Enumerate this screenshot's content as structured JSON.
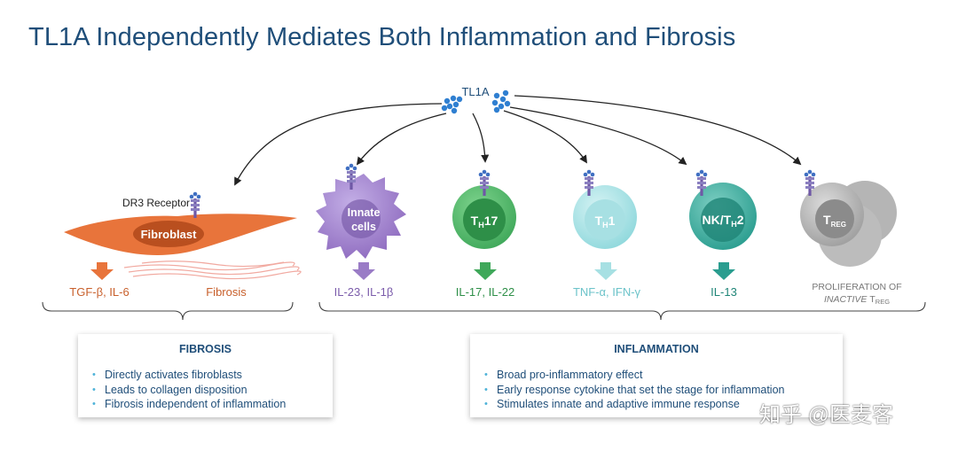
{
  "title": "TL1A Independently Mediates Both Inflammation and Fibrosis",
  "colors": {
    "title": "#1f4e79",
    "fibroblast": "#e8743b",
    "innate": "#8e6bbf",
    "th17": "#3fa85a",
    "th1": "#7fd3d8",
    "nk_th2": "#2a9d8f",
    "treg": "#9e9e9e"
  },
  "diagram": {
    "ligand": "TL1A",
    "receptor_label": "DR3 Receptor",
    "cells": {
      "fibroblast": "Fibroblast",
      "innate_line1": "Innate",
      "innate_line2": "cells",
      "th17": {
        "main": "T",
        "sub": "H",
        "suffix": "17"
      },
      "th1": {
        "main": "T",
        "sub": "H",
        "suffix": "1"
      },
      "nk_th2": {
        "prefix": "NK/T",
        "sub": "H",
        "suffix": "2"
      },
      "treg": {
        "main": "T",
        "sub": "REG"
      }
    },
    "outputs": {
      "fibroblast": "TGF-β, IL-6",
      "fibrosis": "Fibrosis",
      "innate": "IL-23, IL-1β",
      "th17": "IL-17, IL-22",
      "th1": "TNF-α, IFN-γ",
      "nk_th2": "IL-13",
      "treg_line1": "PROLIFERATION OF",
      "treg_line2_italic": "INACTIVE",
      "treg_line2_t": "T",
      "treg_line2_sub": "REG"
    }
  },
  "fibrosis": {
    "heading": "FIBROSIS",
    "items": [
      "Directly activates fibroblasts",
      "Leads to collagen disposition",
      "Fibrosis independent of inflammation"
    ]
  },
  "inflammation": {
    "heading": "INFLAMMATION",
    "items": [
      "Broad pro-inflammatory effect",
      "Early response cytokine that set the stage for inflammation",
      "Stimulates innate and adaptive immune response"
    ]
  },
  "watermark": "知乎 @医麦客"
}
